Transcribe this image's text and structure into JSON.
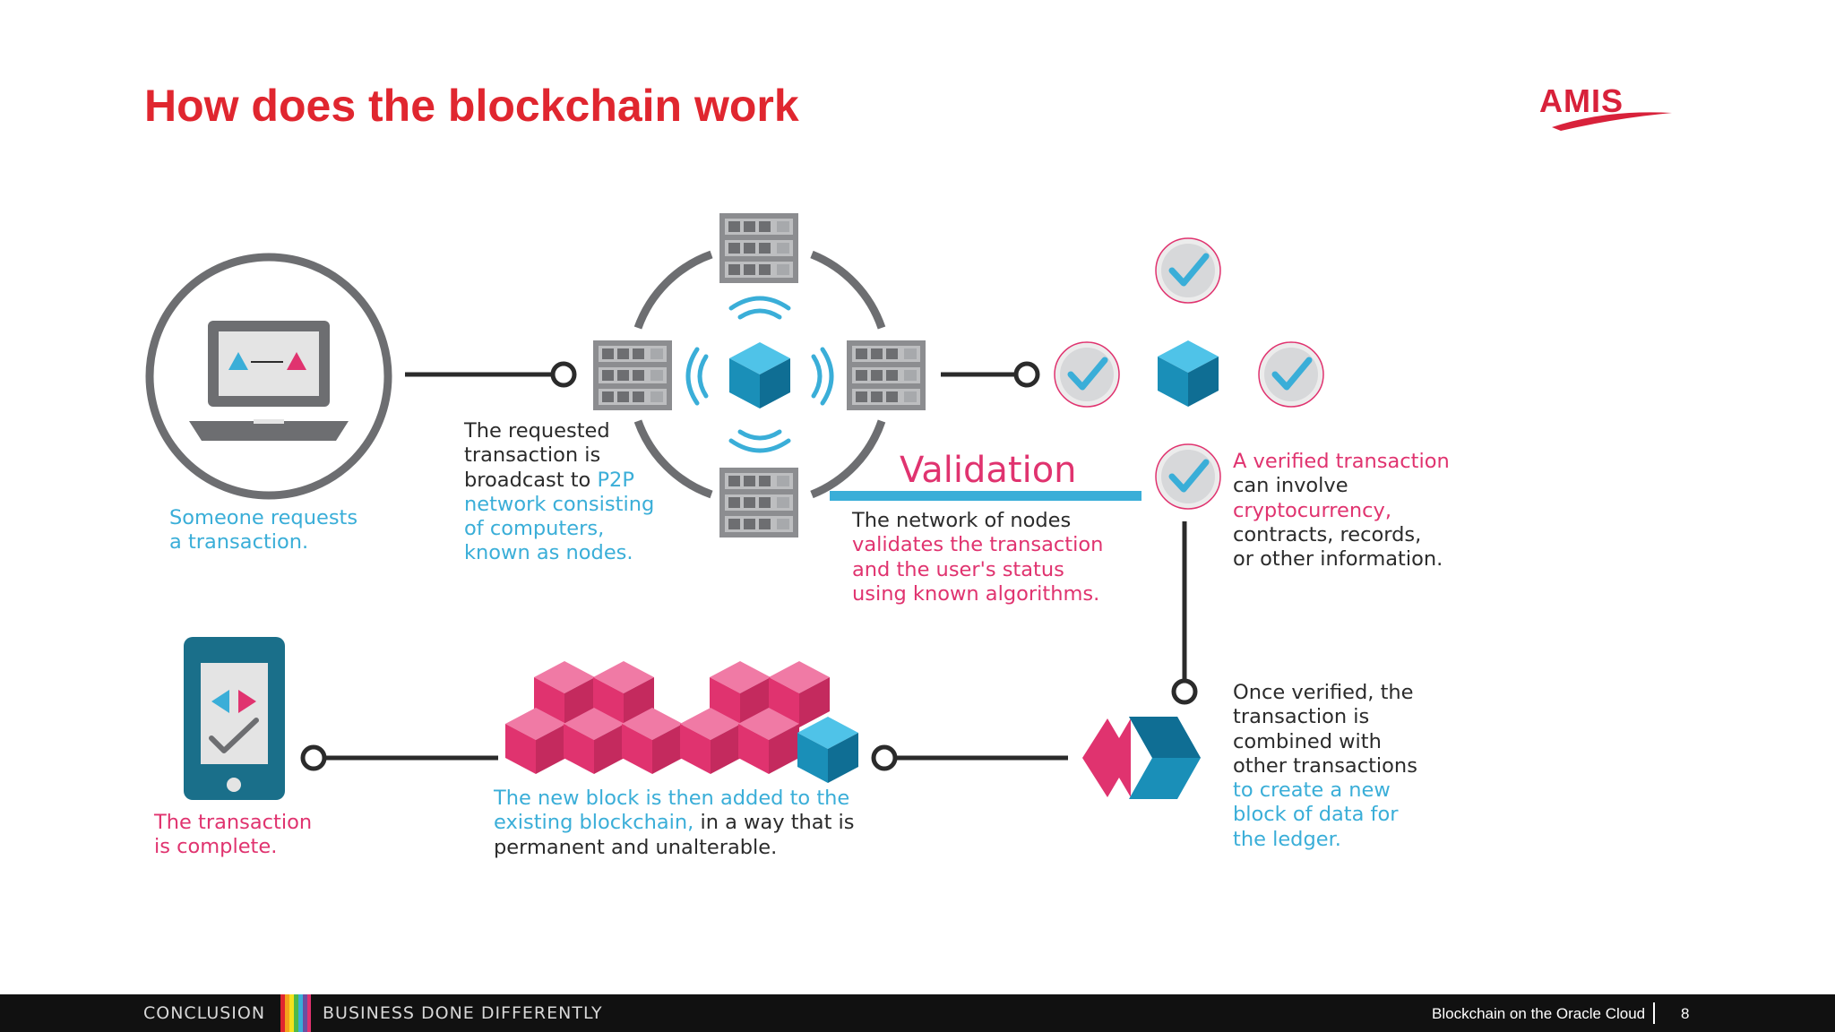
{
  "slide": {
    "title": "How does the blockchain work",
    "logo_text": "AMIS"
  },
  "steps": {
    "request": {
      "lines": [
        "Someone requests",
        "a transaction."
      ]
    },
    "broadcast": {
      "lines": [
        {
          "text": "The requested",
          "color": "dark"
        },
        {
          "text": "transaction is",
          "color": "dark"
        },
        {
          "text": "broadcast to ",
          "color": "dark",
          "tail": "P2P",
          "tail_color": "blue"
        },
        {
          "text": "network consisting",
          "color": "blue"
        },
        {
          "text": "of computers,",
          "color": "blue"
        },
        {
          "text": "known as nodes.",
          "color": "blue"
        }
      ]
    },
    "validation": {
      "title": "Validation",
      "lines": [
        {
          "text": "The network of nodes",
          "color": "dark"
        },
        {
          "text": "validates the transaction",
          "color": "pink"
        },
        {
          "text": "and the user's status",
          "color": "pink"
        },
        {
          "text": "using known algorithms.",
          "color": "pink"
        }
      ]
    },
    "verified": {
      "lines": [
        {
          "text": "A verified transaction",
          "color": "pink"
        },
        {
          "text": "can involve",
          "color": "dark"
        },
        {
          "text": "cryptocurrency,",
          "color": "pink"
        },
        {
          "text": "contracts, records,",
          "color": "dark"
        },
        {
          "text": "or other information.",
          "color": "dark"
        }
      ]
    },
    "combined": {
      "lines": [
        {
          "text": "Once verified, the",
          "color": "dark"
        },
        {
          "text": "transaction is",
          "color": "dark"
        },
        {
          "text": "combined with",
          "color": "dark"
        },
        {
          "text": "other transactions",
          "color": "dark"
        },
        {
          "text": "to create a new",
          "color": "blue"
        },
        {
          "text": "block of data for",
          "color": "blue"
        },
        {
          "text": "the ledger.",
          "color": "blue"
        }
      ]
    },
    "added": {
      "lines": [
        {
          "text": "The new block is then added to the",
          "color": "blue"
        },
        {
          "text": "existing blockchain,",
          "color": "blue",
          "tail": " in a way that is",
          "tail_color": "dark"
        },
        {
          "text": "permanent and unalterable.",
          "color": "dark"
        }
      ]
    },
    "complete": {
      "lines": [
        "The transaction",
        "is complete."
      ]
    }
  },
  "colors": {
    "accent_red": "#e0262f",
    "blue": "#3aaed8",
    "cube_blue": "#1a8fb8",
    "pink": "#e0336f",
    "dark": "#2b2b2b",
    "grey": "#6d6e71"
  },
  "footer": {
    "section_left": "CONCLUSION",
    "section_right": "BUSINESS DONE DIFFERENTLY",
    "deck_title": "Blockchain on the Oracle Cloud",
    "page_number": "8"
  }
}
